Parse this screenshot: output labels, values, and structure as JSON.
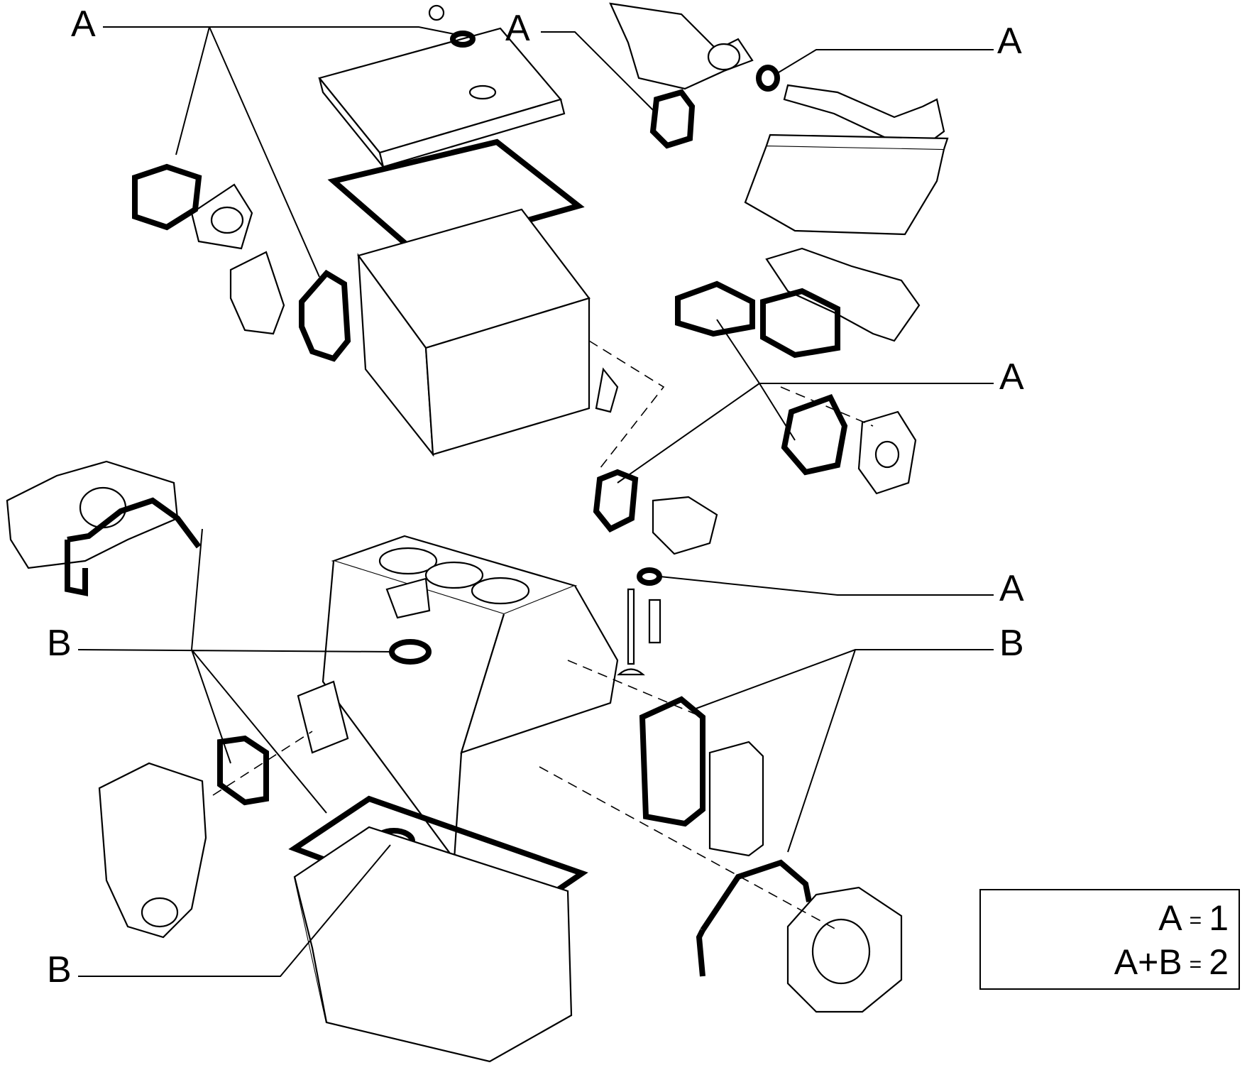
{
  "callouts": {
    "a_top_left": "A",
    "a_top_center": "A",
    "a_top_right": "A",
    "a_mid_right": "A",
    "a_valve": "A",
    "b_left": "B",
    "b_right": "B",
    "b_bottom": "B"
  },
  "legend": {
    "row1_lhs": "A",
    "row1_eq": "=",
    "row1_rhs": "1",
    "row2_lhs": "A+B",
    "row2_eq": "=",
    "row2_rhs": "2"
  },
  "colors": {
    "ink": "#000000",
    "paper": "#ffffff"
  }
}
